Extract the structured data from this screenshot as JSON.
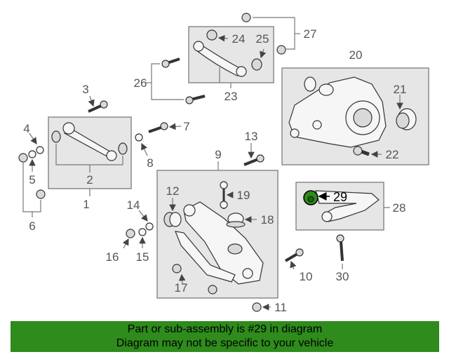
{
  "callouts": {
    "n1": "1",
    "n2": "2",
    "n3": "3",
    "n4": "4",
    "n5": "5",
    "n6": "6",
    "n7": "7",
    "n8": "8",
    "n9": "9",
    "n10": "10",
    "n11": "11",
    "n12": "12",
    "n13": "13",
    "n14": "14",
    "n15": "15",
    "n16": "16",
    "n17": "17",
    "n18": "18",
    "n19": "19",
    "n20": "20",
    "n21": "21",
    "n22": "22",
    "n23": "23",
    "n24": "24",
    "n25": "25",
    "n26": "26",
    "n27": "27",
    "n28": "28",
    "n29": "29",
    "n30": "30"
  },
  "highlight_part": "29",
  "colors": {
    "banner": "#2e8b1c",
    "box_fill": "#e6e6e6",
    "highlight_part": "#2e8b1c"
  },
  "banner": {
    "line1": "Part or sub-assembly is #29 in diagram",
    "line2": "Diagram may not be specific to your vehicle"
  }
}
